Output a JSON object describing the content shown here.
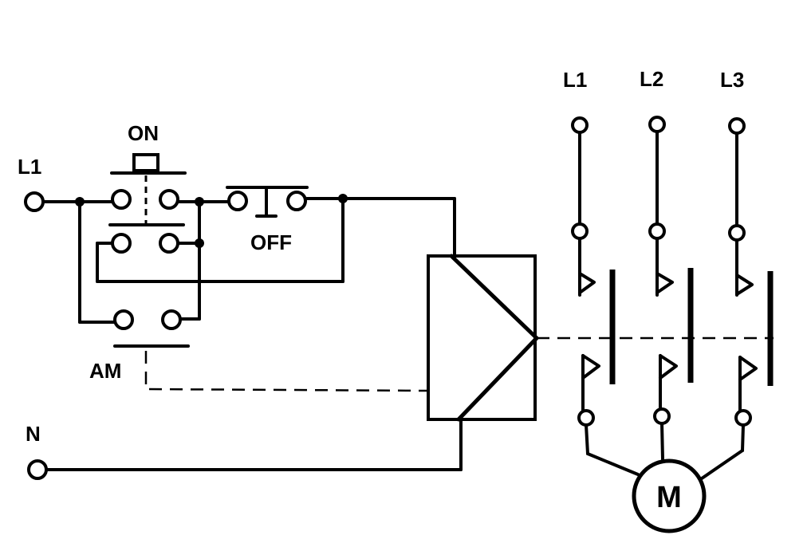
{
  "labels": {
    "control_line": "L1",
    "neutral": "N",
    "on_button": "ON",
    "off_button": "OFF",
    "aux_contact": "AM",
    "phase_1": "L1",
    "phase_2": "L2",
    "phase_3": "L3",
    "motor": "M"
  }
}
